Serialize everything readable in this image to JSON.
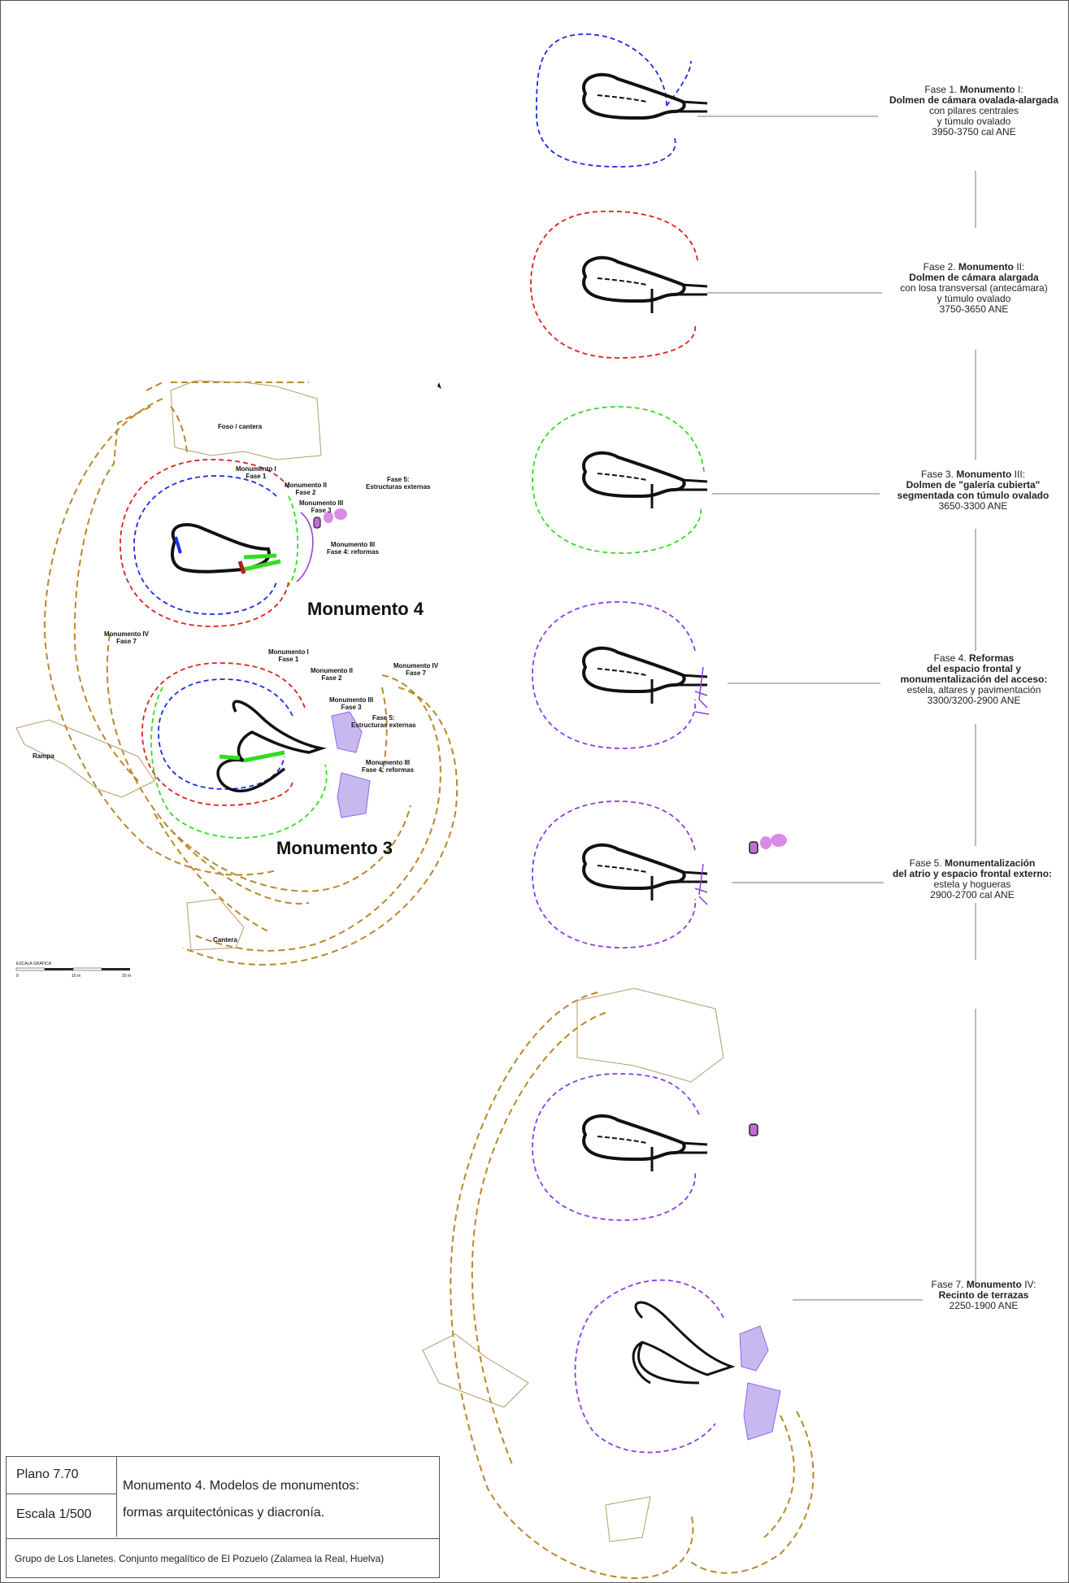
{
  "phases": [
    {
      "pre": "Fase 1. ",
      "bold": "Monumento",
      "post": " I:",
      "l2": "Dolmen de cámara ovalada-alargada",
      "l3": "con pilares centrales",
      "l4": "y túmulo ovalado",
      "l5": "3950-3750 cal ANE"
    },
    {
      "pre": "Fase 2. ",
      "bold": "Monumento",
      "post": " II:",
      "l2": "Dolmen de cámara alargada",
      "l3": "con losa transversal (antecámara)",
      "l4": "y túmulo ovalado",
      "l5": "3750-3650 ANE"
    },
    {
      "pre": "Fase 3. ",
      "bold": "Monumento",
      "post": " III:",
      "l2": "Dolmen de \"galería cubierta\"",
      "l3": "segmentada con túmulo ovalado",
      "l4": "3650-3300 ANE",
      "l5": ""
    },
    {
      "pre": "Fase 4. ",
      "bold": "Reformas",
      "post": "",
      "l2": "del espacio frontal y",
      "l3": "monumentalización del acceso:",
      "l4": "estela, altares y pavimentación",
      "l5": "3300/3200-2900 ANE"
    },
    {
      "pre": "Fase 5. ",
      "bold": "Monumentalización",
      "post": "",
      "l2": "del atrio y espacio frontal externo:",
      "l3": "estela y hogueras",
      "l4": "2900-2700 cal ANE",
      "l5": ""
    },
    {
      "pre": "Fase 7. ",
      "bold": "Monumento",
      "post": " IV:",
      "l2": "Recinto de terrazas",
      "l3": "2250-1900 ANE",
      "l4": "",
      "l5": ""
    }
  ],
  "map": {
    "foso": "Foso / cantera",
    "rampa": "Rampa",
    "cantera": "Cantera",
    "m4_title": "Monumento 4",
    "m3_title": "Monumento 3",
    "m4_labels": {
      "m1a": "Monumento I",
      "m1b": "Fase 1",
      "m2a": "Monumento II",
      "m2b": "Fase 2",
      "m3a": "Monumento III",
      "m3b": "Fase 3",
      "f5a": "Fase 5:",
      "f5b": "Estructuras externas",
      "m3ra": "Monumento III",
      "m3rb": "Fase 4: reformas",
      "m4a": "Monumento IV",
      "m4b": "Fase 7"
    },
    "m3_labels": {
      "m1a": "Monumento I",
      "m1b": "Fase 1",
      "m2a": "Monumento II",
      "m2b": "Fase 2",
      "m4a": "Monumento IV",
      "m4b": "Fase 7",
      "m3a": "Monumento III",
      "m3b": "Fase 3",
      "f5a": "Fase 5:",
      "f5b": "Estructuras externas",
      "m3ra": "Monumento III",
      "m3rb": "Fase 4: reformas"
    },
    "scale_label": "ESCALA GRÁFICA",
    "scale_ticks": [
      "0",
      "10 m",
      "20 m"
    ]
  },
  "titleblock": {
    "plano": "Plano 7.70",
    "escala": "Escala 1/500",
    "title1": "Monumento 4.  Modelos de monumentos:",
    "title2": "formas arquitectónicas y diacronía.",
    "footer": "Grupo de Los Llanetes. Conjunto megalítico de El Pozuelo (Zalamea la Real, Huelva)"
  },
  "colors": {
    "fase1": "#1a2ee0",
    "fase2": "#e02020",
    "fase3": "#33dd22",
    "fase4": "#8a3ee6",
    "fase5": "#d98be6",
    "fase7": "#b8892a",
    "cantera": "#b89a6a"
  }
}
